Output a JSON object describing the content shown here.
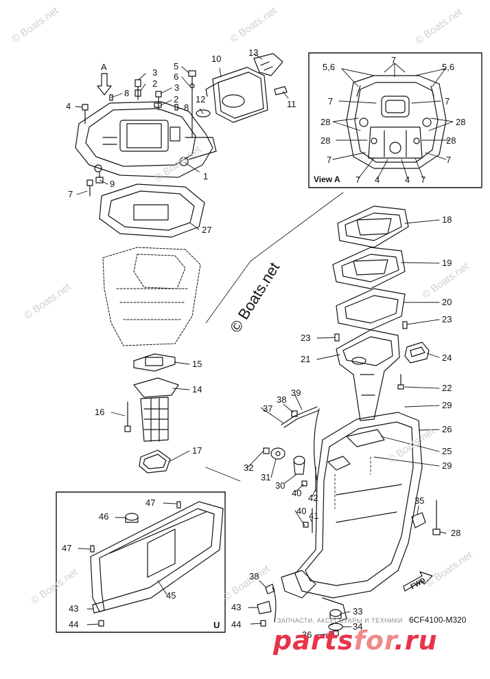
{
  "watermarks": [
    "© Boats.net",
    "© Boats.net",
    "© Boats.net",
    "© Boats.net",
    "© Boats.net",
    "© Boats.net",
    "© Boats.net",
    "© Boats.net",
    "© Boats.net",
    "© Boats.net"
  ],
  "center_watermark": "© Boats.net",
  "view_a": {
    "title": "View A",
    "labels": [
      "5,6",
      "7",
      "5,6",
      "7",
      "7",
      "28",
      "28",
      "28",
      "28",
      "7",
      "7",
      "7",
      "4",
      "4",
      "7"
    ]
  },
  "view_arrow_label": "A",
  "inset_u_label": "U",
  "fwd_label": "FWD",
  "part_labels": [
    "1",
    "2",
    "2",
    "3",
    "3",
    "4",
    "5",
    "6",
    "7",
    "8",
    "8",
    "9",
    "10",
    "11",
    "12",
    "13",
    "14",
    "15",
    "16",
    "17",
    "18",
    "19",
    "20",
    "21",
    "22",
    "23",
    "23",
    "24",
    "25",
    "26",
    "27",
    "28",
    "29",
    "29",
    "30",
    "31",
    "32",
    "35",
    "36",
    "37",
    "38",
    "38",
    "39",
    "40",
    "40",
    "41",
    "42",
    "43",
    "43",
    "44",
    "44",
    "45",
    "46",
    "47",
    "47",
    "33",
    "34"
  ],
  "diagram_code": "6CF4100-M320",
  "shop_caption": "ЗАПЧАСТИ, АКСЕССУАРЫ И ТЕХНИКИ",
  "logo": {
    "text_a": "parts",
    "text_b": "for",
    "text_c": ".ru",
    "color_main": "#e8344a",
    "color_accent": "#f08a8a"
  }
}
